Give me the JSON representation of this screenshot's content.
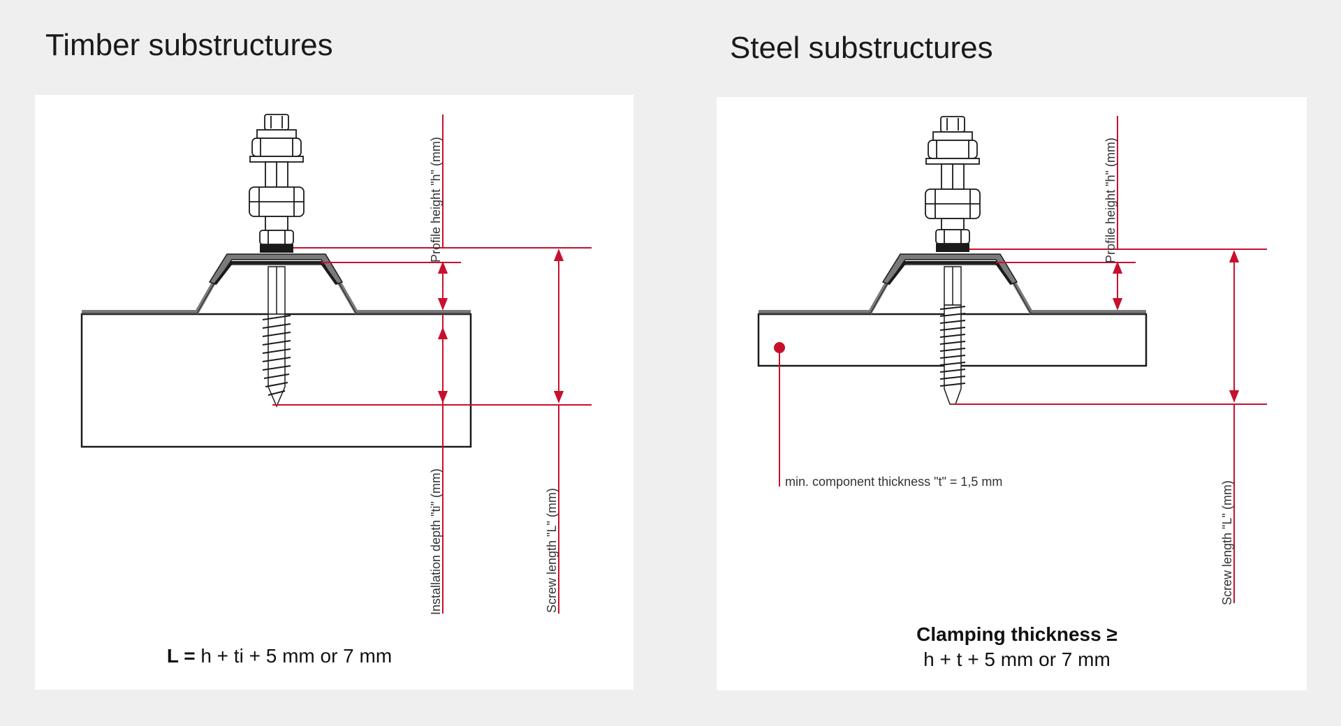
{
  "timber": {
    "title": "Timber substructures",
    "label_profile_height": "Profile height \"h\" (mm)",
    "label_installation_depth": "Installation depth \"ti\" (mm)",
    "label_screw_length": "Screw length \"L\" (mm)",
    "formula_bold": "L =",
    "formula_rest": " h + ti + 5 mm or 7 mm"
  },
  "steel": {
    "title": "Steel substructures",
    "label_profile_height": "Profile height \"h\" (mm)",
    "label_screw_length": "Screw length \"L\" (mm)",
    "callout": "min. component thickness \"t\" = 1,5 mm",
    "formula_bold": "Clamping thickness ≥",
    "formula_rest": "h + t + 5 mm or 7 mm"
  },
  "colors": {
    "dimension_red": "#c8102e",
    "outline": "#1a1a1a",
    "sheet_gray": "#7a7a7a",
    "panel_bg": "#ffffff",
    "page_bg": "#efefef"
  }
}
